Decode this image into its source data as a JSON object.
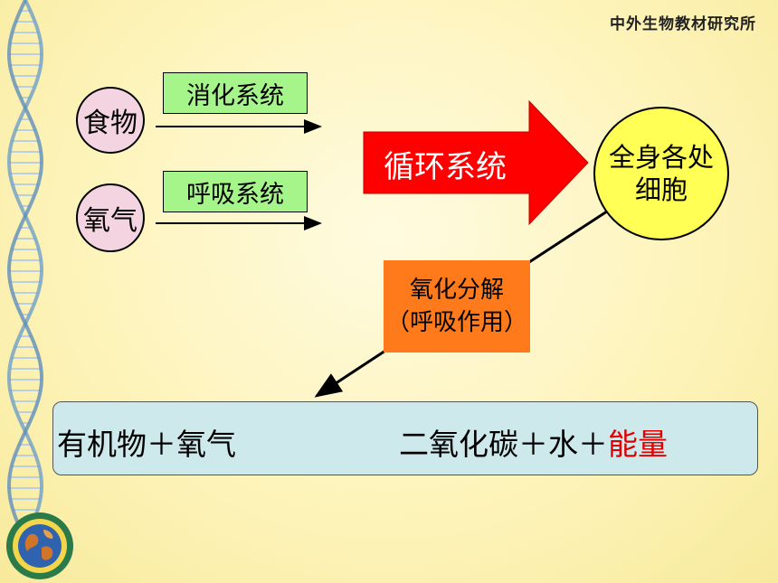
{
  "header": {
    "title": "中外生物教材研究所"
  },
  "inputs": {
    "food": "食物",
    "oxygen": "氧气",
    "digestive": "消化系统",
    "respiratory": "呼吸系统"
  },
  "circulation": {
    "label": "循环系统"
  },
  "cells": {
    "line1": "全身各处",
    "line2": "细胞"
  },
  "oxidation": {
    "line1": "氧化分解",
    "line2": "（呼吸作用）"
  },
  "equation": {
    "reactants": "有机物＋氧气",
    "products": "二氧化碳＋水＋",
    "energy": "能量"
  },
  "colors": {
    "arrow_red": "#ff0000",
    "cell_yellow": "#ffff55",
    "oxidation_orange": "#ff7a1a",
    "system_green": "#a6f58a",
    "input_pink": "#f4d4e0",
    "equation_bg": "#cde9ec",
    "energy_red": "#e00000"
  }
}
